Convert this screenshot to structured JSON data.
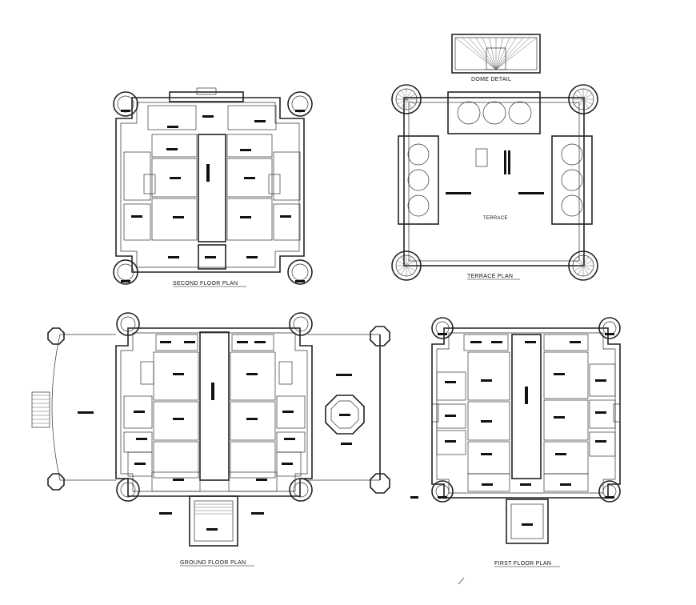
{
  "drawing": {
    "labels": {
      "dome_detail": "DOME DETAIL",
      "second_floor": "SECOND FLOOR PLAN",
      "terrace_plan": "TERRACE PLAN",
      "terrace": "TERRACE",
      "ground_floor": "GROUND FLOOR PLAN",
      "first_floor": "FIRST FLOOR PLAN"
    }
  }
}
